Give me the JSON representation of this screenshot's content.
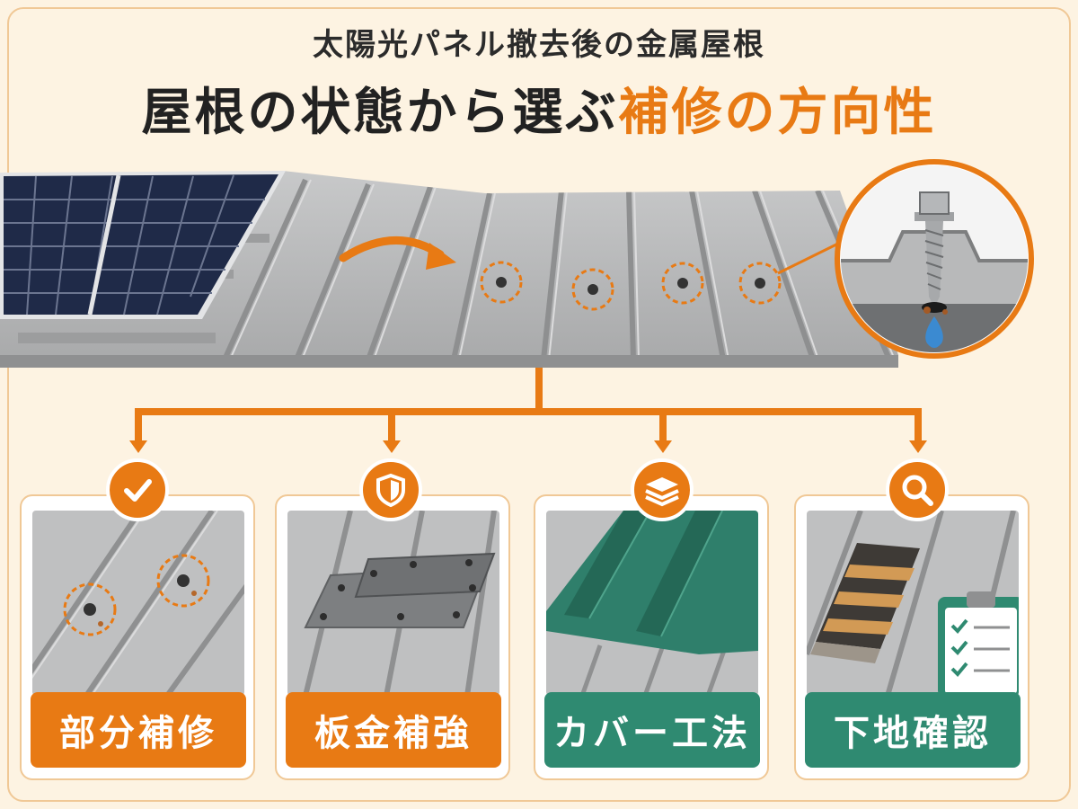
{
  "header": {
    "subtitle": "太陽光パネル撤去後の金属屋根",
    "title_main": "屋根の状態から選ぶ",
    "title_highlight": "補修の方向性"
  },
  "options": [
    {
      "label": "部分補修",
      "icon": "check-icon",
      "color": "#e87a14"
    },
    {
      "label": "板金補強",
      "icon": "shield-icon",
      "color": "#e87a14"
    },
    {
      "label": "カバー工法",
      "icon": "layers-icon",
      "color": "#2f8a71"
    },
    {
      "label": "下地確認",
      "icon": "magnifier-icon",
      "color": "#2f8a71"
    }
  ],
  "colors": {
    "accent": "#e87a14",
    "green": "#2f8a71",
    "background": "#fdf3e2",
    "roof": "#b9babb"
  }
}
